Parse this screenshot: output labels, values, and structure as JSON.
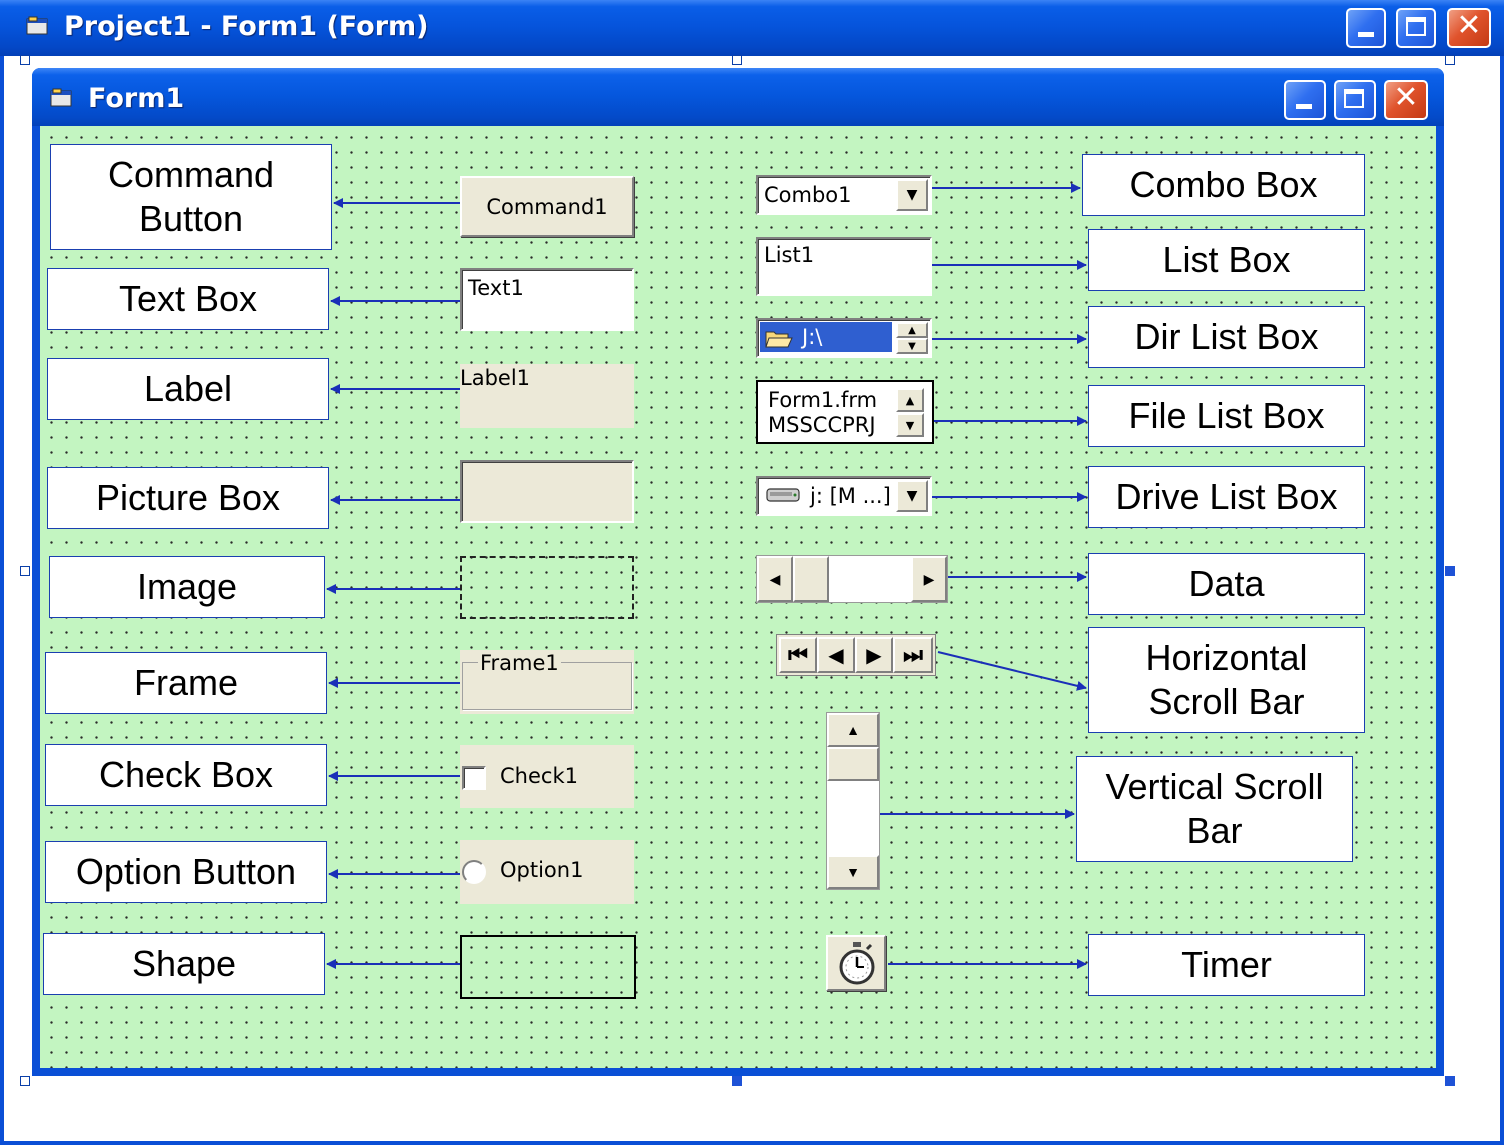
{
  "outer_window": {
    "title": "Project1 - Form1 (Form)",
    "icon": "form-designer-icon"
  },
  "form_window": {
    "title": "Form1",
    "icon": "form-icon"
  },
  "window_buttons": {
    "minimize": "minimize-icon",
    "maximize": "maximize-icon",
    "close": "close-icon"
  },
  "controls": {
    "command_button": "Command1",
    "text_box": "Text1",
    "label": "Label1",
    "frame": "Frame1",
    "check_box": "Check1",
    "option_button": "Option1",
    "combo_box": "Combo1",
    "list_box": "List1",
    "dir_list_box": "J:\\",
    "file_list_box": [
      "Form1.frm",
      "MSSCCPRJ"
    ],
    "drive_list_box": "j: [M ...]",
    "timer_icon": "stopwatch-icon"
  },
  "labels_left": [
    "Command\nButton",
    "Text Box",
    "Label",
    "Picture Box",
    "Image",
    "Frame",
    "Check Box",
    "Option Button",
    "Shape"
  ],
  "labels_right": [
    "Combo Box",
    "List Box",
    "Dir List Box",
    "File List Box",
    "Drive List Box",
    "Data",
    "Horizontal\nScroll Bar",
    "Vertical Scroll\nBar",
    "Timer"
  ],
  "colors": {
    "title_blue": "#0553da",
    "form_background": "#c3f5c1",
    "arrow": "#1a2fb8",
    "control_face": "#ece9d8"
  }
}
